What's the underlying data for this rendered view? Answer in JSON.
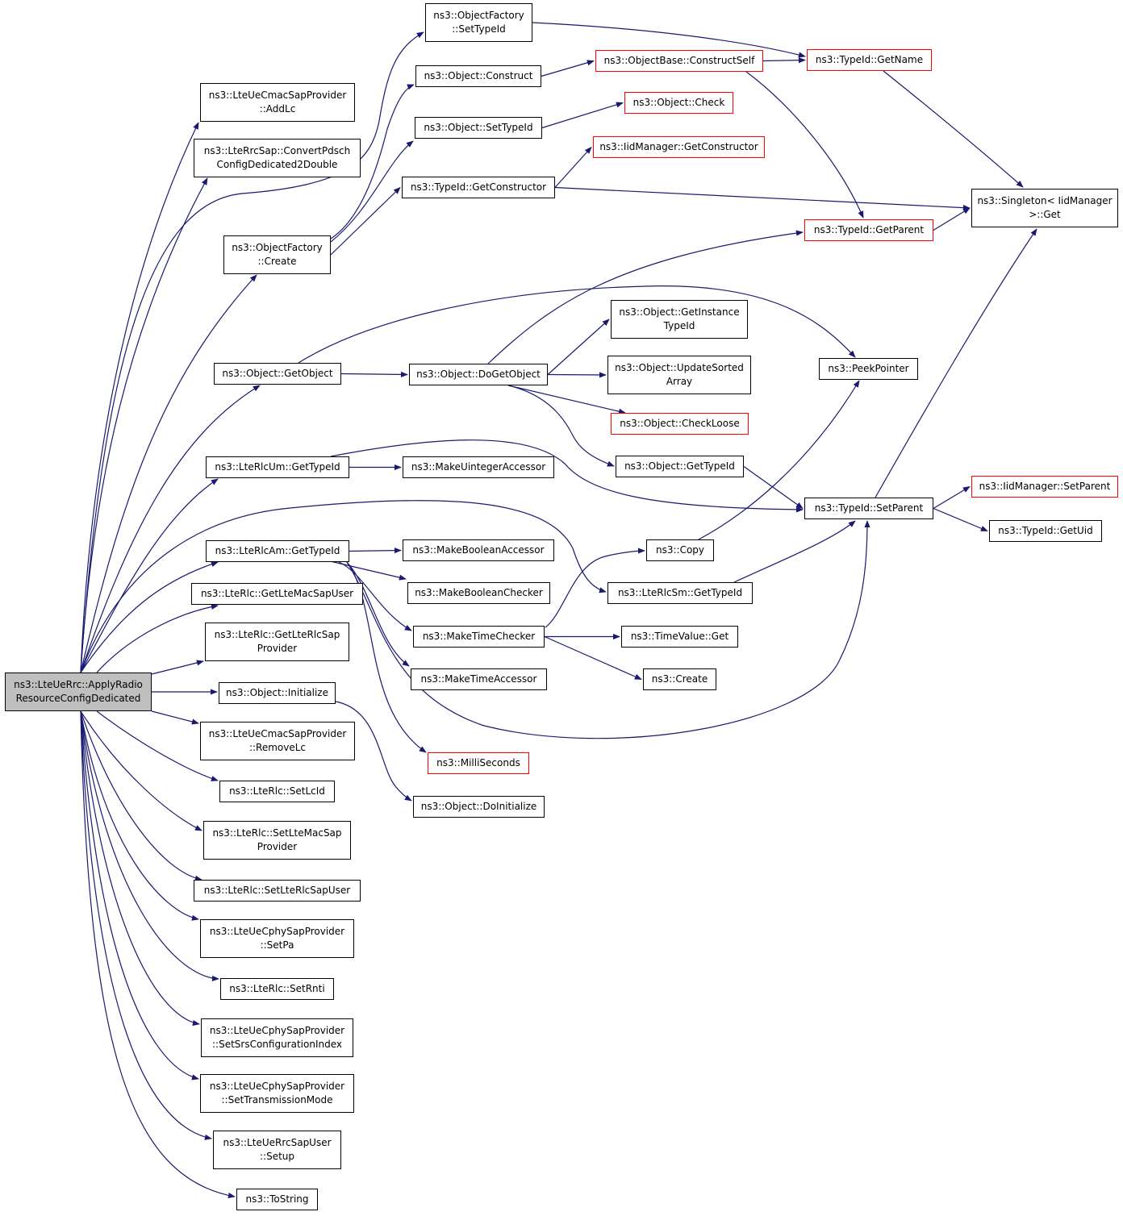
{
  "colors": {
    "edge": "#191970",
    "border": "#000000",
    "incomplete_border": "#ff0000",
    "root_fill": "#bfbfbf"
  },
  "nodes": {
    "root": {
      "lines": [
        "ns3::LteUeRrc::ApplyRadio",
        "ResourceConfigDedicated"
      ]
    },
    "ueCmacAddLc": {
      "lines": [
        "ns3::LteUeCmacSapProvider",
        "::AddLc"
      ]
    },
    "convertPdsch": {
      "lines": [
        "ns3::LteRrcSap::ConvertPdsch",
        "ConfigDedicated2Double"
      ]
    },
    "ofCreate": {
      "lines": [
        "ns3::ObjectFactory",
        "::Create"
      ]
    },
    "getObject": {
      "lines": [
        "ns3::Object::GetObject"
      ]
    },
    "rlcUmGetTypeId": {
      "lines": [
        "ns3::LteRlcUm::GetTypeId"
      ]
    },
    "rlcAmGetTypeId": {
      "lines": [
        "ns3::LteRlcAm::GetTypeId"
      ]
    },
    "getLteMacSapUser": {
      "lines": [
        "ns3::LteRlc::GetLteMacSapUser"
      ]
    },
    "getLteRlcSapProvider": {
      "lines": [
        "ns3::LteRlc::GetLteRlcSap",
        "Provider"
      ]
    },
    "initialize": {
      "lines": [
        "ns3::Object::Initialize"
      ]
    },
    "removeLc": {
      "lines": [
        "ns3::LteUeCmacSapProvider",
        "::RemoveLc"
      ]
    },
    "setLcId": {
      "lines": [
        "ns3::LteRlc::SetLcId"
      ]
    },
    "setLteMacSap": {
      "lines": [
        "ns3::LteRlc::SetLteMacSap",
        "Provider"
      ]
    },
    "setLteRlcSapUser": {
      "lines": [
        "ns3::LteRlc::SetLteRlcSapUser"
      ]
    },
    "setPa": {
      "lines": [
        "ns3::LteUeCphySapProvider",
        "::SetPa"
      ]
    },
    "setRnti": {
      "lines": [
        "ns3::LteRlc::SetRnti"
      ]
    },
    "setSrs": {
      "lines": [
        "ns3::LteUeCphySapProvider",
        "::SetSrsConfigurationIndex"
      ]
    },
    "setTxMode": {
      "lines": [
        "ns3::LteUeCphySapProvider",
        "::SetTransmissionMode"
      ]
    },
    "setup": {
      "lines": [
        "ns3::LteUeRrcSapUser",
        "::Setup"
      ]
    },
    "toString": {
      "lines": [
        "ns3::ToString"
      ]
    },
    "ofSetTypeId": {
      "lines": [
        "ns3::ObjectFactory",
        "::SetTypeId"
      ]
    },
    "construct": {
      "lines": [
        "ns3::Object::Construct"
      ]
    },
    "objSetTypeId": {
      "lines": [
        "ns3::Object::SetTypeId"
      ]
    },
    "getConstructor": {
      "lines": [
        "ns3::TypeId::GetConstructor"
      ]
    },
    "doGetObject": {
      "lines": [
        "ns3::Object::DoGetObject"
      ]
    },
    "makeUintAcc": {
      "lines": [
        "ns3::MakeUintegerAccessor"
      ]
    },
    "makeBoolAcc": {
      "lines": [
        "ns3::MakeBooleanAccessor"
      ]
    },
    "makeBoolChk": {
      "lines": [
        "ns3::MakeBooleanChecker"
      ]
    },
    "makeTimeChk": {
      "lines": [
        "ns3::MakeTimeChecker"
      ]
    },
    "makeTimeAcc": {
      "lines": [
        "ns3::MakeTimeAccessor"
      ]
    },
    "milliSeconds": {
      "lines": [
        "ns3::MilliSeconds"
      ]
    },
    "doInitialize": {
      "lines": [
        "ns3::Object::DoInitialize"
      ]
    },
    "constructSelf": {
      "lines": [
        "ns3::ObjectBase::ConstructSelf"
      ]
    },
    "objCheck": {
      "lines": [
        "ns3::Object::Check"
      ]
    },
    "iidGetConstructor": {
      "lines": [
        "ns3::IidManager::GetConstructor"
      ]
    },
    "getInstanceTypeId": {
      "lines": [
        "ns3::Object::GetInstance",
        "TypeId"
      ]
    },
    "updateSorted": {
      "lines": [
        "ns3::Object::UpdateSorted",
        "Array"
      ]
    },
    "checkLoose": {
      "lines": [
        "ns3::Object::CheckLoose"
      ]
    },
    "objGetTypeId": {
      "lines": [
        "ns3::Object::GetTypeId"
      ]
    },
    "copy": {
      "lines": [
        "ns3::Copy"
      ]
    },
    "rlcSmGetTypeId": {
      "lines": [
        "ns3::LteRlcSm::GetTypeId"
      ]
    },
    "timeValueGet": {
      "lines": [
        "ns3::TimeValue::Get"
      ]
    },
    "create": {
      "lines": [
        "ns3::Create"
      ]
    },
    "getName": {
      "lines": [
        "ns3::TypeId::GetName"
      ]
    },
    "getParent": {
      "lines": [
        "ns3::TypeId::GetParent"
      ]
    },
    "peekPointer": {
      "lines": [
        "ns3::PeekPointer"
      ]
    },
    "setParent": {
      "lines": [
        "ns3::TypeId::SetParent"
      ]
    },
    "singletonGet": {
      "lines": [
        "ns3::Singleton< IidManager",
        ">::Get"
      ]
    },
    "iidSetParent": {
      "lines": [
        "ns3::IidManager::SetParent"
      ]
    },
    "getUid": {
      "lines": [
        "ns3::TypeId::GetUid"
      ]
    }
  },
  "edges": [
    [
      "root",
      "ueCmacAddLc"
    ],
    [
      "root",
      "convertPdsch"
    ],
    [
      "root",
      "ofCreate"
    ],
    [
      "root",
      "getObject"
    ],
    [
      "root",
      "rlcUmGetTypeId"
    ],
    [
      "root",
      "rlcAmGetTypeId"
    ],
    [
      "root",
      "getLteMacSapUser"
    ],
    [
      "root",
      "getLteRlcSapProvider"
    ],
    [
      "root",
      "initialize"
    ],
    [
      "root",
      "removeLc"
    ],
    [
      "root",
      "setLcId"
    ],
    [
      "root",
      "setLteMacSap"
    ],
    [
      "root",
      "setLteRlcSapUser"
    ],
    [
      "root",
      "setPa"
    ],
    [
      "root",
      "setRnti"
    ],
    [
      "root",
      "setSrs"
    ],
    [
      "root",
      "setTxMode"
    ],
    [
      "root",
      "setup"
    ],
    [
      "root",
      "toString"
    ],
    [
      "root",
      "ofSetTypeId"
    ],
    [
      "root",
      "rlcSmGetTypeId"
    ],
    [
      "ofCreate",
      "construct"
    ],
    [
      "ofCreate",
      "objSetTypeId"
    ],
    [
      "ofCreate",
      "getConstructor"
    ],
    [
      "getObject",
      "doGetObject"
    ],
    [
      "getObject",
      "peekPointer"
    ],
    [
      "rlcUmGetTypeId",
      "makeUintAcc"
    ],
    [
      "rlcUmGetTypeId",
      "setParent"
    ],
    [
      "rlcAmGetTypeId",
      "makeBoolAcc"
    ],
    [
      "rlcAmGetTypeId",
      "makeBoolChk"
    ],
    [
      "rlcAmGetTypeId",
      "makeTimeChk"
    ],
    [
      "rlcAmGetTypeId",
      "makeTimeAcc"
    ],
    [
      "rlcAmGetTypeId",
      "milliSeconds"
    ],
    [
      "rlcAmGetTypeId",
      "setParent"
    ],
    [
      "initialize",
      "doInitialize"
    ],
    [
      "ofSetTypeId",
      "getName"
    ],
    [
      "construct",
      "constructSelf"
    ],
    [
      "objSetTypeId",
      "objCheck"
    ],
    [
      "getConstructor",
      "iidGetConstructor"
    ],
    [
      "getConstructor",
      "singletonGet"
    ],
    [
      "doGetObject",
      "getInstanceTypeId"
    ],
    [
      "doGetObject",
      "updateSorted"
    ],
    [
      "doGetObject",
      "checkLoose"
    ],
    [
      "doGetObject",
      "objGetTypeId"
    ],
    [
      "doGetObject",
      "getParent"
    ],
    [
      "constructSelf",
      "getName"
    ],
    [
      "constructSelf",
      "getParent"
    ],
    [
      "objGetTypeId",
      "setParent"
    ],
    [
      "makeTimeChk",
      "copy"
    ],
    [
      "makeTimeChk",
      "timeValueGet"
    ],
    [
      "makeTimeChk",
      "create"
    ],
    [
      "copy",
      "peekPointer"
    ],
    [
      "rlcSmGetTypeId",
      "setParent"
    ],
    [
      "getName",
      "singletonGet"
    ],
    [
      "getParent",
      "singletonGet"
    ],
    [
      "setParent",
      "singletonGet"
    ],
    [
      "setParent",
      "iidSetParent"
    ],
    [
      "setParent",
      "getUid"
    ]
  ]
}
